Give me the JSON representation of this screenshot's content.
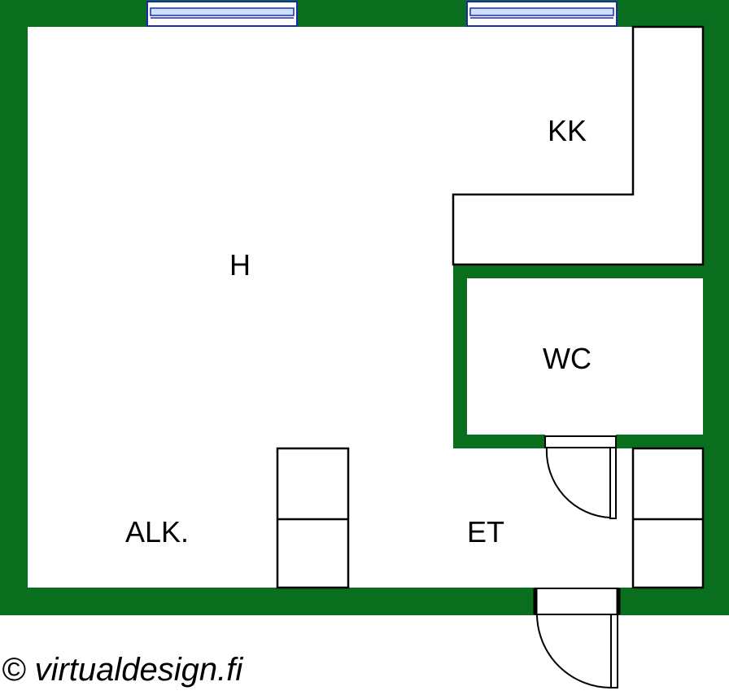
{
  "colors": {
    "wall": "#0a6e1f",
    "window_frame": "#1a2aa8",
    "window_glass": "#cfe0ff",
    "background": "#ffffff",
    "lines": "#000000"
  },
  "rooms": {
    "h": "H",
    "kk": "KK",
    "wc": "WC",
    "et": "ET",
    "alk": "ALK."
  },
  "copyright": "© virtualdesign.fi"
}
